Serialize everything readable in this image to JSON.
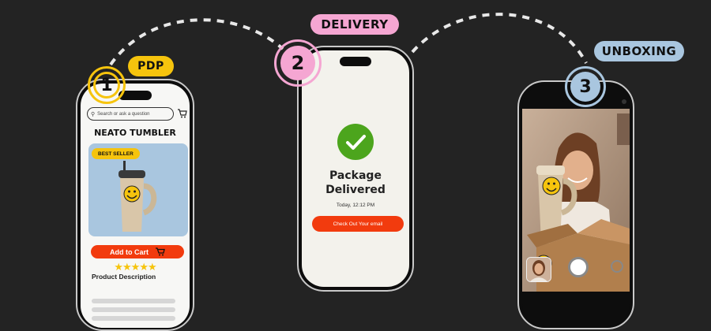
{
  "steps": [
    {
      "number": "1",
      "label": "PDP",
      "color": "#f6c40d"
    },
    {
      "number": "2",
      "label": "DELIVERY",
      "color": "#f5a6d2"
    },
    {
      "number": "3",
      "label": "UNBOXING",
      "color": "#a9c6df"
    }
  ],
  "pdp": {
    "search_placeholder": "Search or ask a question",
    "product_title": "NEATO TUMBLER",
    "badge": "BEST SELLER",
    "add_to_cart": "Add to Cart",
    "rating_stars": "★★★★★",
    "description_heading": "Product Description"
  },
  "delivery": {
    "title_line1": "Package",
    "title_line2": "Delivered",
    "timestamp": "Today, 12:12 PM",
    "button": "Check Out Your email"
  },
  "unboxing": {},
  "colors": {
    "background": "#232323",
    "accent_orange": "#f23b0e",
    "yellow": "#f6c40d",
    "pink": "#f5a6d2",
    "blue": "#a9c6df",
    "green": "#4ca51d",
    "tumbler": "#d9c6a9"
  },
  "icons": {
    "search": "search-icon",
    "cart": "cart-icon",
    "check": "check-icon",
    "smiley": "smiley-icon"
  }
}
